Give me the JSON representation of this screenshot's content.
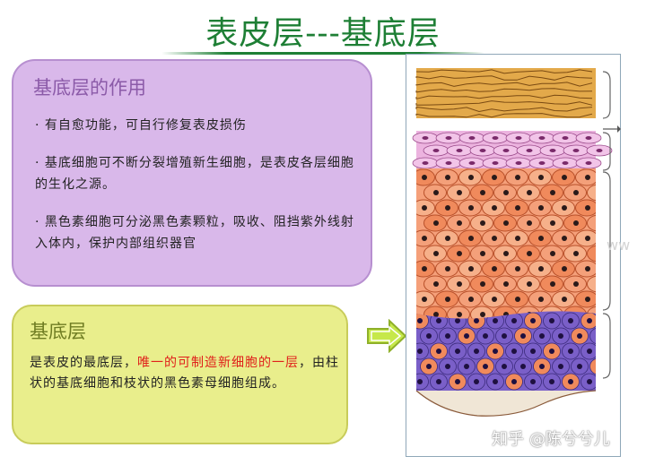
{
  "title": "表皮层---基底层",
  "function_panel": {
    "heading": "基底层的作用",
    "bullets": [
      "· 有自愈功能，可自行修复表皮损伤",
      "· 基底细胞可不断分裂增殖新生细胞，是表皮各层细胞的生化之源。",
      "· 黑色素细胞可分泌黑色素颗粒，吸收、阻挡紫外线射入体内，保护内部组织器官"
    ]
  },
  "definition_panel": {
    "heading": "基底层",
    "text_before": "是表皮的最底层，",
    "text_highlight": "唯一的可制造新细胞的一层",
    "text_after": "，由柱状的基底细胞和枝状的黑色素母细胞组成。"
  },
  "watermark": "知乎 @陈兮兮儿",
  "faint_text": "ww",
  "colors": {
    "title": "#1e7f35",
    "purple_panel": "#d9b8ea",
    "yellow_panel": "#e9ee8c",
    "highlight": "#e0201b",
    "arrow": "#c6e84a",
    "stratum_corneum": "#e3a94a",
    "stratum_granulosum": "#e8a0d6",
    "stratum_spinosum": "#f08a5c",
    "stratum_basale": "#7a5fc8",
    "nucleus": "#2a1a1a"
  }
}
